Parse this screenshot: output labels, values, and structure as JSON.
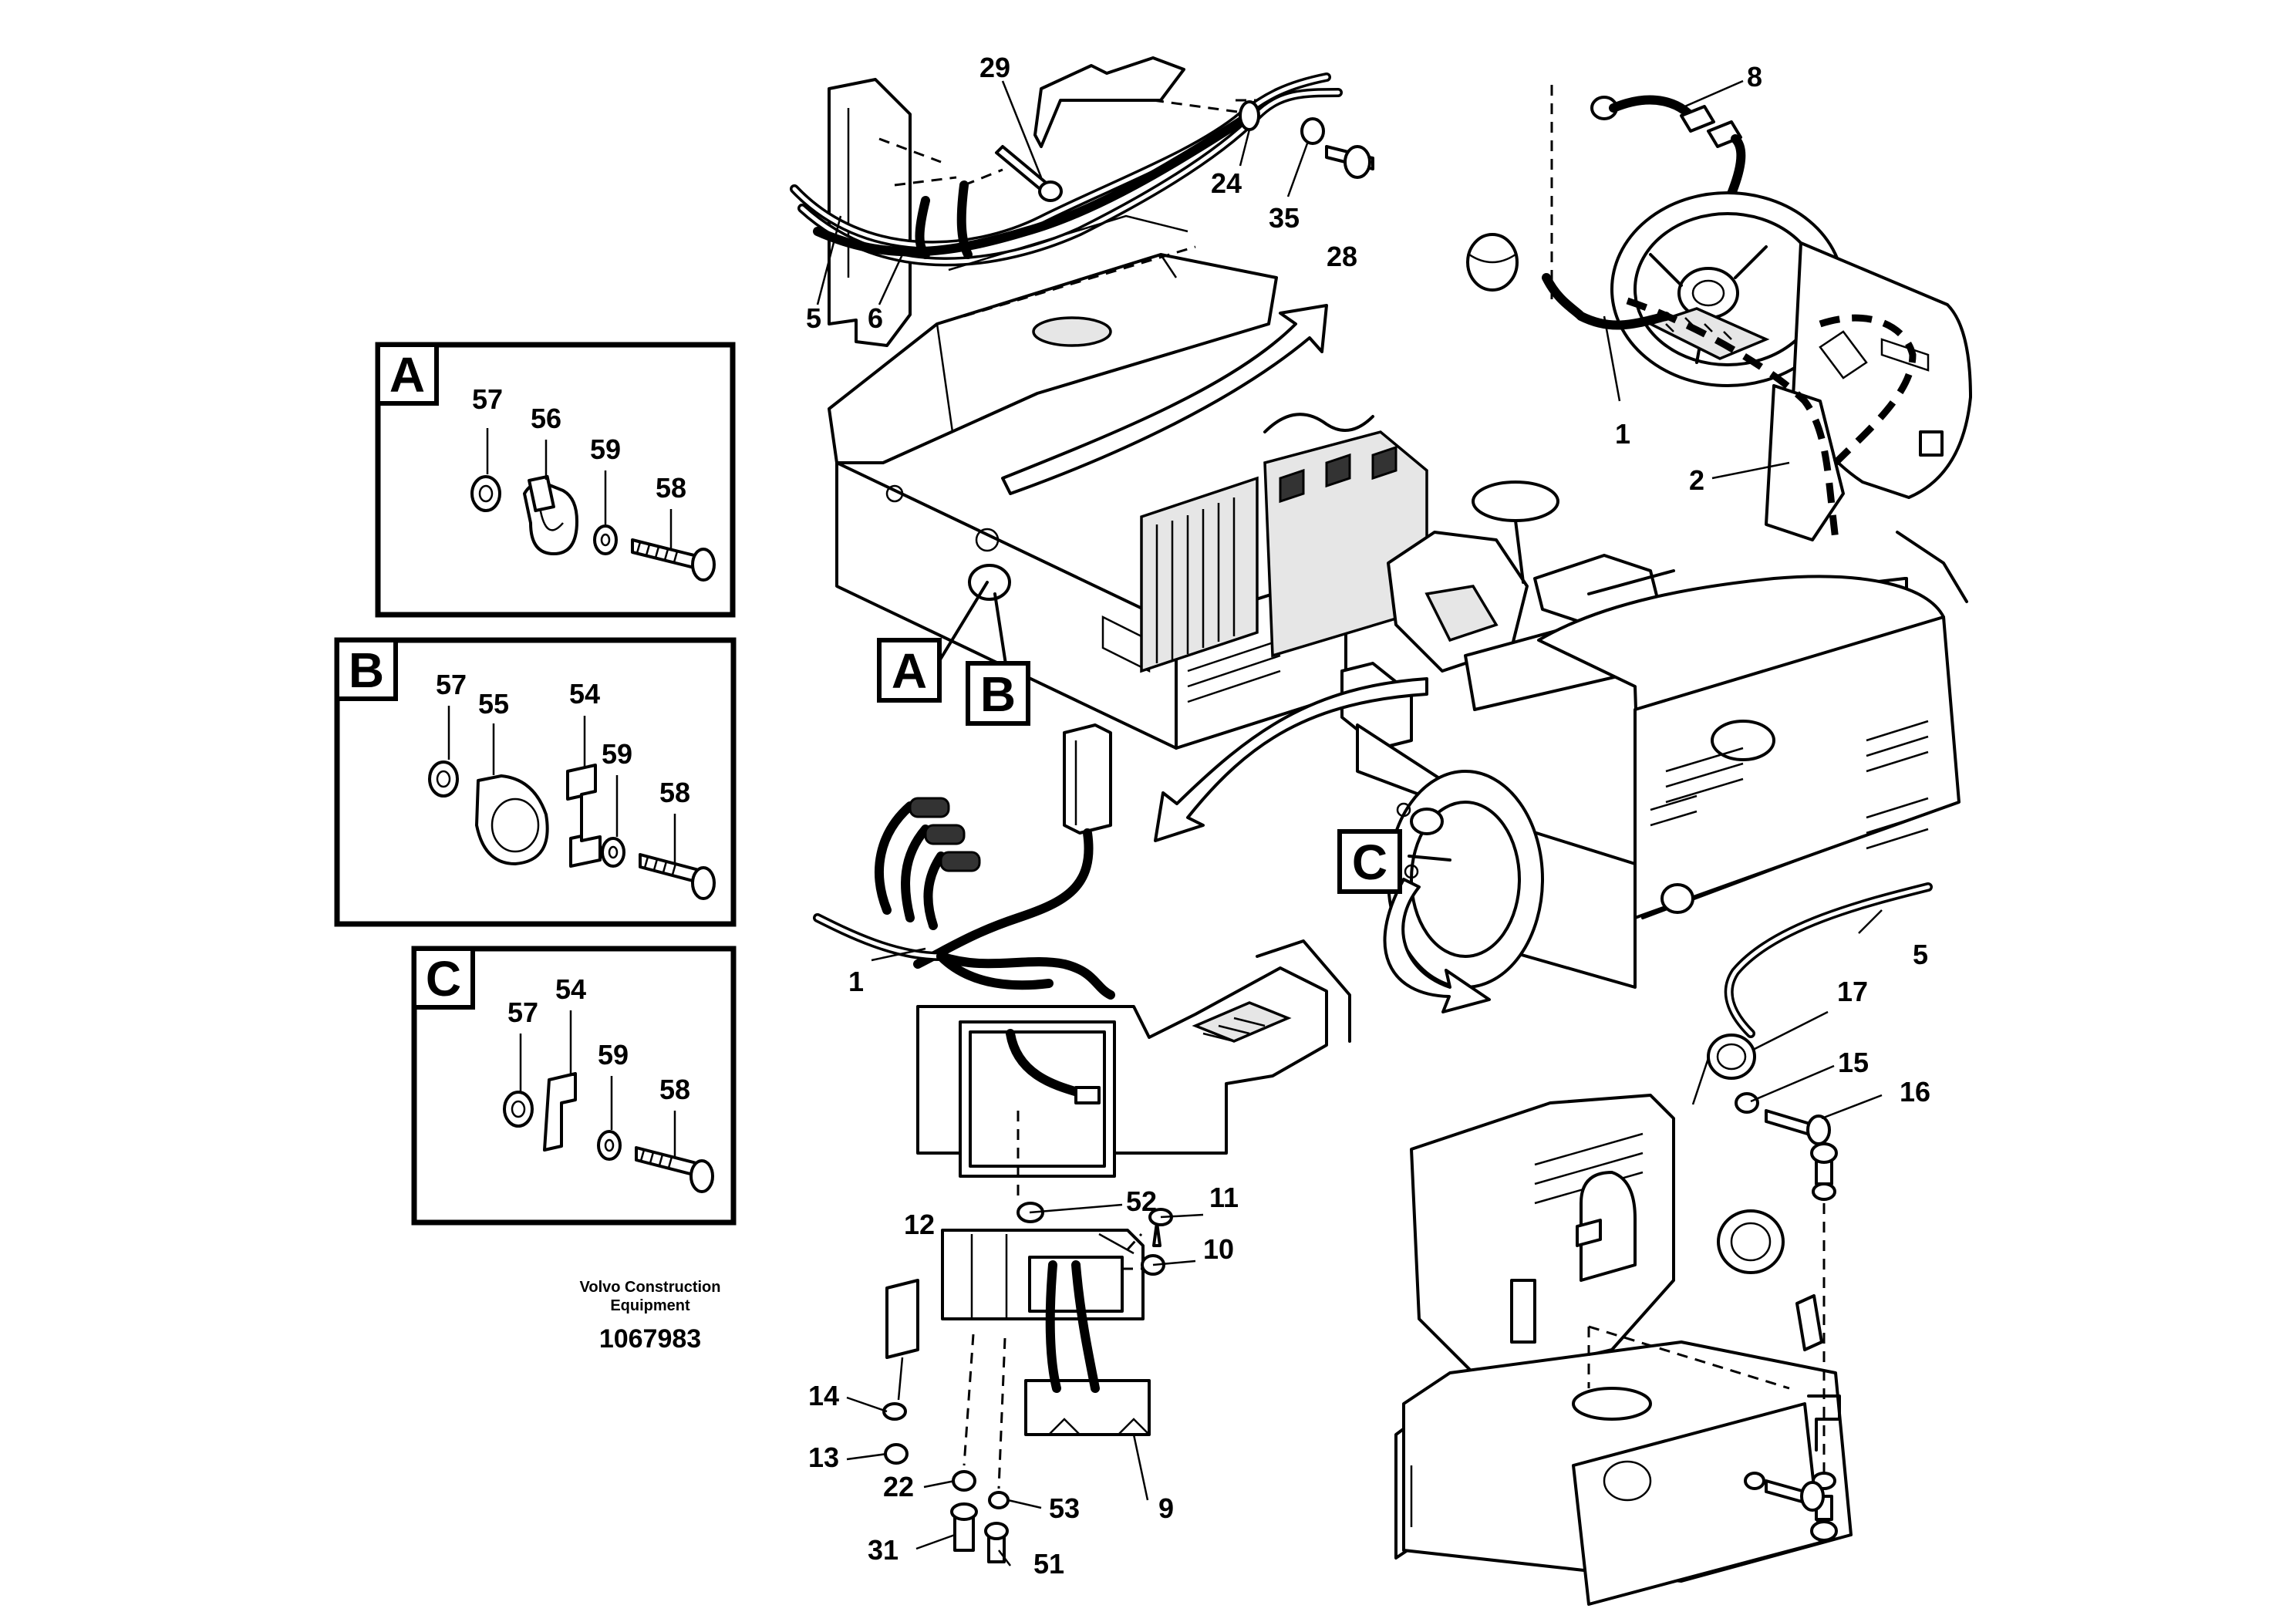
{
  "footer": {
    "company_line1": "Volvo Construction",
    "company_line2": "Equipment",
    "drawing_number": "1067983"
  },
  "detail_views": [
    {
      "letter": "A",
      "parts": [
        "57",
        "56",
        "59",
        "58"
      ]
    },
    {
      "letter": "B",
      "parts": [
        "57",
        "55",
        "54",
        "59",
        "58"
      ]
    },
    {
      "letter": "C",
      "parts": [
        "57",
        "54",
        "59",
        "58"
      ]
    }
  ],
  "view_markers": [
    "A",
    "B",
    "C"
  ],
  "part_numbers": {
    "p29": "29",
    "p8": "8",
    "p24": "24",
    "p35": "35",
    "p28": "28",
    "p5_top": "5",
    "p6": "6",
    "p1_dash": "1",
    "p2": "2",
    "p1_harness": "1",
    "p5_right": "5",
    "p17": "17",
    "p15": "15",
    "p16": "16",
    "p52": "52",
    "p11": "11",
    "p12": "12",
    "p10": "10",
    "p14": "14",
    "p13": "13",
    "p22": "22",
    "p53": "53",
    "p9": "9",
    "p31": "31",
    "p51": "51"
  }
}
